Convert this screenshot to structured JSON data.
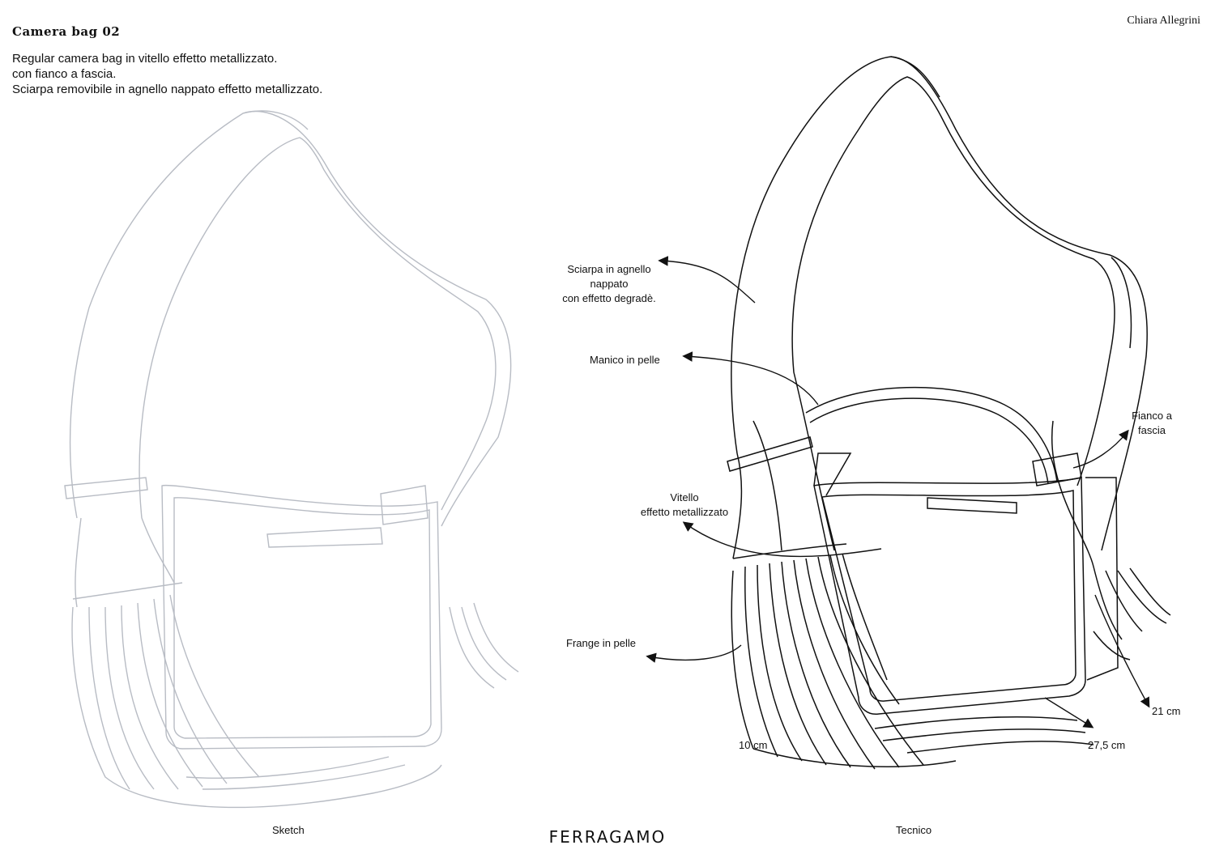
{
  "header": {
    "title": "Camera bag 02",
    "author": "Chiara Allegrini",
    "description": [
      "Regular camera bag in vitello effetto metallizzato.",
      "con fianco a fascia.",
      "Sciarpa removibile in agnello nappato effetto metallizzato."
    ]
  },
  "annotations": {
    "sciarpa": [
      "Sciarpa in agnello",
      "nappato",
      "con effetto degradè."
    ],
    "manico": "Manico in pelle",
    "fianco": [
      "Fianco a",
      "fascia"
    ],
    "vitello": [
      "Vitello",
      "effetto metallizzato"
    ],
    "frange": "Frange in pelle",
    "dim_width": "10 cm",
    "dim_length": "27,5 cm",
    "dim_height": "21 cm"
  },
  "footer": {
    "sketch_caption": "Sketch",
    "tecnico_caption": "Tecnico",
    "brand": "FERRAGAMO"
  },
  "colors": {
    "sketch_line": "#b8bcc4",
    "ink": "#111111"
  }
}
